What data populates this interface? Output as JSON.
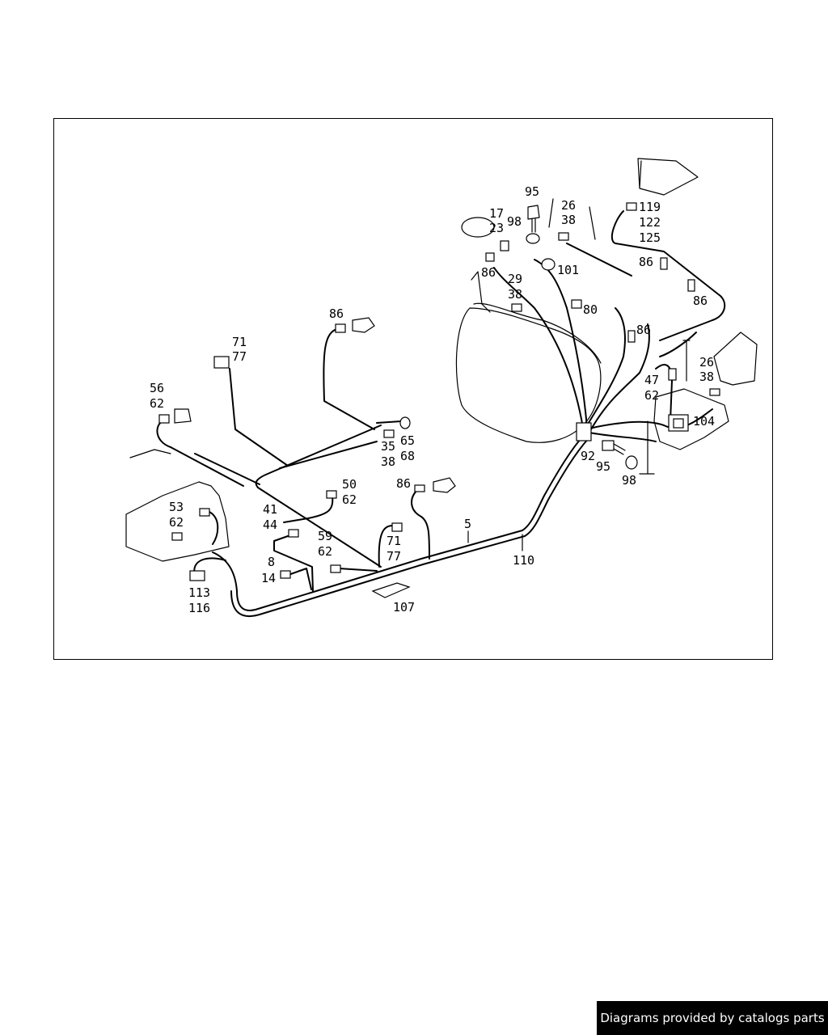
{
  "diagram": {
    "callouts": [
      {
        "id": "c95a",
        "lines": [
          "95"
        ]
      },
      {
        "id": "c26a",
        "lines": [
          "26",
          "38"
        ]
      },
      {
        "id": "c119",
        "lines": [
          "119",
          "122",
          "125"
        ]
      },
      {
        "id": "c17",
        "lines": [
          "17",
          "23"
        ]
      },
      {
        "id": "c98a",
        "lines": [
          "98"
        ]
      },
      {
        "id": "c101",
        "lines": [
          "101"
        ]
      },
      {
        "id": "c86a",
        "lines": [
          "86"
        ]
      },
      {
        "id": "c86b",
        "lines": [
          "86"
        ]
      },
      {
        "id": "c86c",
        "lines": [
          "86"
        ]
      },
      {
        "id": "c29",
        "lines": [
          "29",
          "38"
        ]
      },
      {
        "id": "c80",
        "lines": [
          "80"
        ]
      },
      {
        "id": "c86d",
        "lines": [
          "86"
        ]
      },
      {
        "id": "c86e",
        "lines": [
          "86"
        ]
      },
      {
        "id": "c26b",
        "lines": [
          "26",
          "38"
        ]
      },
      {
        "id": "c47",
        "lines": [
          "47",
          "62"
        ]
      },
      {
        "id": "c104",
        "lines": [
          "104"
        ]
      },
      {
        "id": "c71a",
        "lines": [
          "71",
          "77"
        ]
      },
      {
        "id": "c56",
        "lines": [
          "56",
          "62"
        ]
      },
      {
        "id": "c35",
        "lines": [
          "35",
          "38"
        ]
      },
      {
        "id": "c65",
        "lines": [
          "65",
          "68"
        ]
      },
      {
        "id": "c92",
        "lines": [
          "92"
        ]
      },
      {
        "id": "c95b",
        "lines": [
          "95"
        ]
      },
      {
        "id": "c98b",
        "lines": [
          "98"
        ]
      },
      {
        "id": "c50",
        "lines": [
          "50",
          "62"
        ]
      },
      {
        "id": "c86f",
        "lines": [
          "86"
        ]
      },
      {
        "id": "c41",
        "lines": [
          "41",
          "44"
        ]
      },
      {
        "id": "c53",
        "lines": [
          "53",
          "62"
        ]
      },
      {
        "id": "c5",
        "lines": [
          "5"
        ]
      },
      {
        "id": "c59",
        "lines": [
          "59",
          "62"
        ]
      },
      {
        "id": "c71b",
        "lines": [
          "71",
          "77"
        ]
      },
      {
        "id": "c110",
        "lines": [
          "110"
        ]
      },
      {
        "id": "c8",
        "lines": [
          "8",
          "14"
        ]
      },
      {
        "id": "c113",
        "lines": [
          "113",
          "116"
        ]
      },
      {
        "id": "c107",
        "lines": [
          "107"
        ]
      }
    ]
  },
  "footer": {
    "credit": "Diagrams provided by catalogs parts"
  }
}
